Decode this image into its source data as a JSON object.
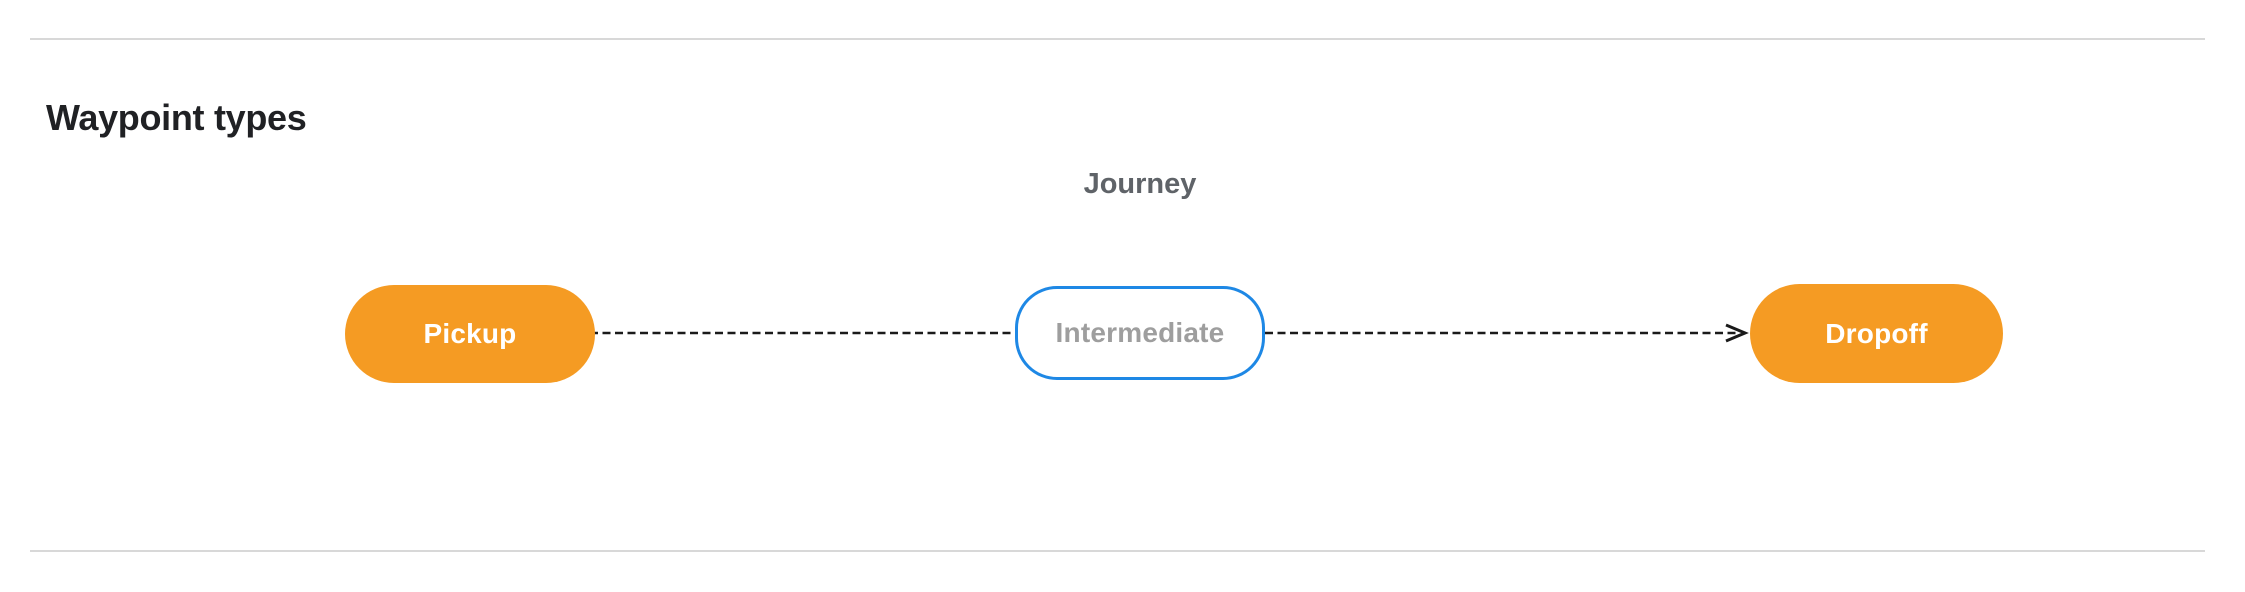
{
  "page": {
    "title": "Waypoint types"
  },
  "diagram": {
    "journey_label": "Journey",
    "nodes": [
      {
        "id": "pickup",
        "label": "Pickup",
        "type": "terminal"
      },
      {
        "id": "intermediate",
        "label": "Intermediate",
        "type": "intermediate"
      },
      {
        "id": "dropoff",
        "label": "Dropoff",
        "type": "terminal"
      }
    ],
    "edge": {
      "style": "dashed",
      "from": "pickup",
      "through": "intermediate",
      "to": "dropoff",
      "arrowhead": "open-arrow-at-dropoff"
    },
    "colors": {
      "terminal_fill": "#f59b23",
      "terminal_text": "#ffffff",
      "intermediate_border": "#1e88e5",
      "intermediate_text": "#9e9e9e",
      "edge_stroke": "#1a1a1a",
      "journey_label": "#5f6368",
      "title_text": "#202124",
      "divider": "#d8d8d8",
      "background": "#ffffff"
    }
  }
}
